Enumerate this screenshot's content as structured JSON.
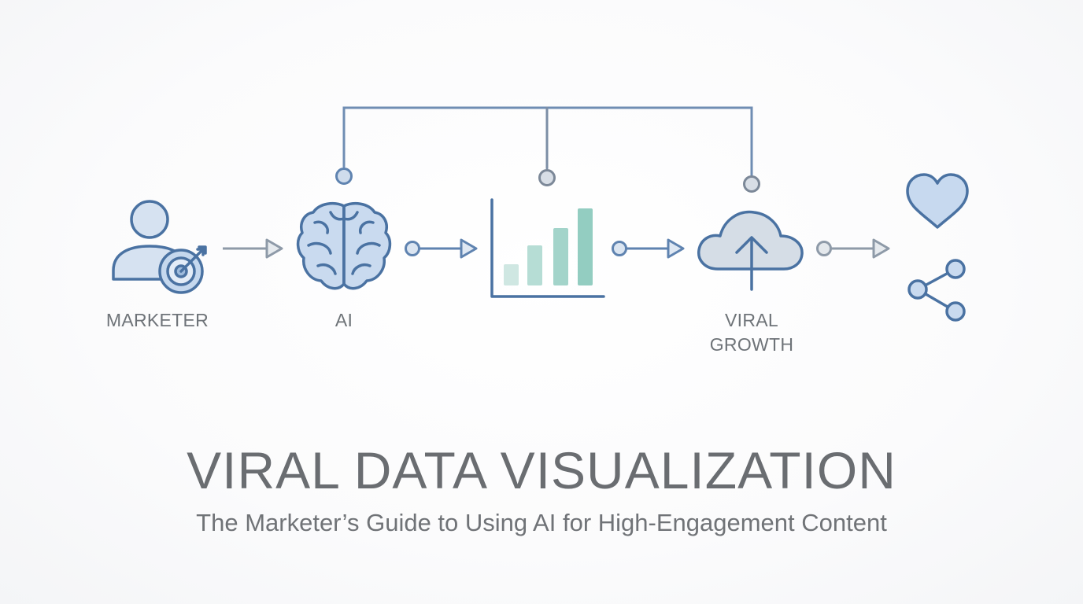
{
  "labels": {
    "marketer": "MARKETER",
    "ai": "AI",
    "viral_growth_line1": "VIRAL",
    "viral_growth_line2": "GROWTH"
  },
  "title": "VIRAL DATA VISUALIZATION",
  "subtitle": "The Marketer’s Guide to Using AI for High-Engagement Content",
  "icons": {
    "marketer": "user-target-icon",
    "ai": "brain-icon",
    "chart": "bar-chart-icon",
    "cloud": "cloud-upload-icon",
    "heart": "heart-icon",
    "share": "share-icon"
  },
  "colors": {
    "icon_blue": "#4a72a2",
    "icon_fill": "#c9daef",
    "bar_teal": "#9fd3c9",
    "arrow_gray": "#8e9aa8",
    "text_gray": "#6e7378"
  }
}
